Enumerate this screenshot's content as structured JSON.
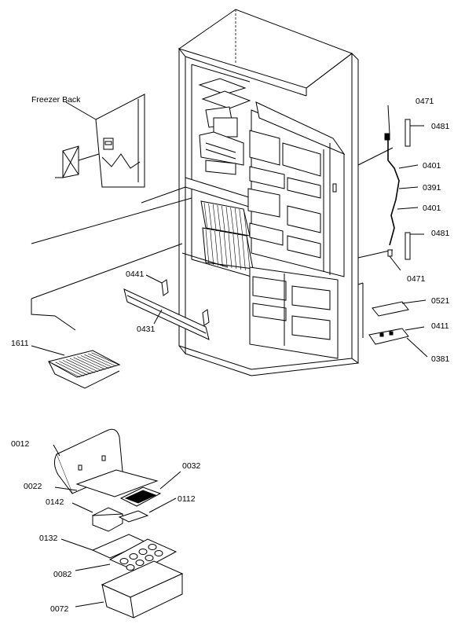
{
  "labels": {
    "freezer_back": "Freezer Back",
    "p0471_top": "0471",
    "p0481_top": "0481",
    "p0401_top": "0401",
    "p0391": "0391",
    "p0401_bot": "0401",
    "p0481_bot": "0481",
    "p0471_bot": "0471",
    "p0521": "0521",
    "p0411": "0411",
    "p0381": "0381",
    "p0441": "0441",
    "p0431": "0431",
    "p1611": "1611",
    "p0012": "0012",
    "p0032": "0032",
    "p0022": "0022",
    "p0142": "0142",
    "p0112": "0112",
    "p0132": "0132",
    "p0082": "0082",
    "p0072": "0072"
  }
}
